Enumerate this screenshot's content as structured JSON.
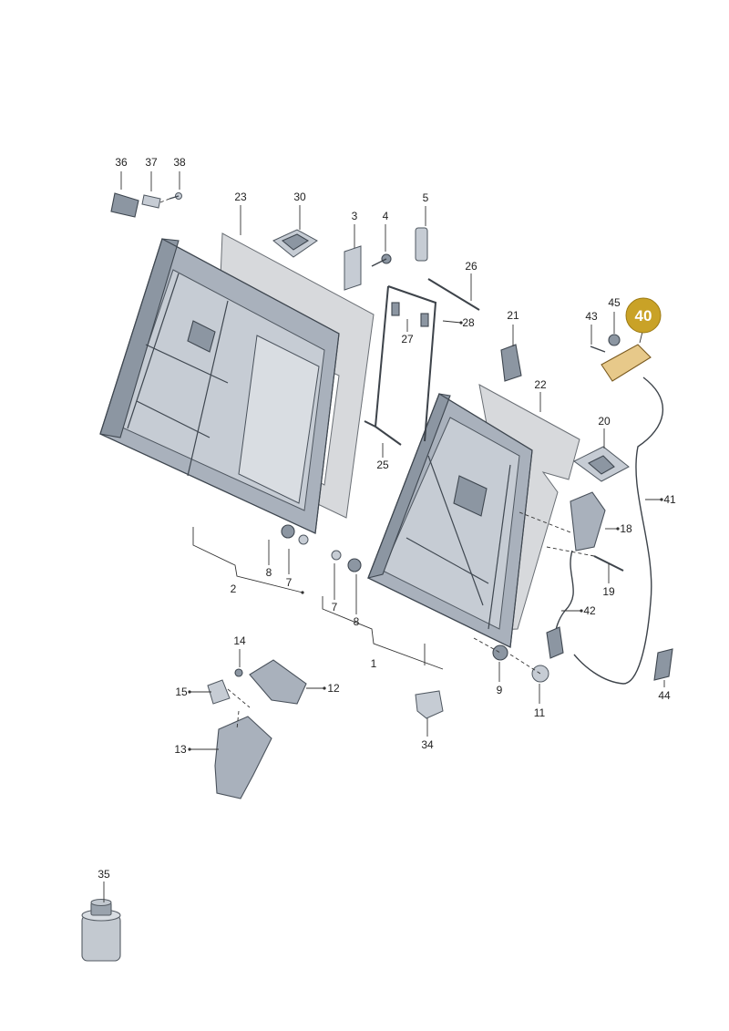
{
  "diagram": {
    "highlight_color": "#c9a227",
    "highlighted_callout": {
      "label": "40"
    },
    "callouts": [
      {
        "id": "c36",
        "label": "36"
      },
      {
        "id": "c37",
        "label": "37"
      },
      {
        "id": "c38",
        "label": "38"
      },
      {
        "id": "c23",
        "label": "23"
      },
      {
        "id": "c30",
        "label": "30"
      },
      {
        "id": "c3",
        "label": "3"
      },
      {
        "id": "c4",
        "label": "4"
      },
      {
        "id": "c5",
        "label": "5"
      },
      {
        "id": "c26",
        "label": "26"
      },
      {
        "id": "c28",
        "label": "28"
      },
      {
        "id": "c27",
        "label": "27"
      },
      {
        "id": "c21",
        "label": "21"
      },
      {
        "id": "c45",
        "label": "45"
      },
      {
        "id": "c43",
        "label": "43"
      },
      {
        "id": "c22",
        "label": "22"
      },
      {
        "id": "c20",
        "label": "20"
      },
      {
        "id": "c41",
        "label": "41"
      },
      {
        "id": "c18",
        "label": "18"
      },
      {
        "id": "c19",
        "label": "19"
      },
      {
        "id": "c42",
        "label": "42"
      },
      {
        "id": "c25",
        "label": "25"
      },
      {
        "id": "c8a",
        "label": "8"
      },
      {
        "id": "c7a",
        "label": "7"
      },
      {
        "id": "c2",
        "label": "2"
      },
      {
        "id": "c7b",
        "label": "7"
      },
      {
        "id": "c8b",
        "label": "8"
      },
      {
        "id": "c1",
        "label": "1"
      },
      {
        "id": "c9",
        "label": "9"
      },
      {
        "id": "c11",
        "label": "11"
      },
      {
        "id": "c44",
        "label": "44"
      },
      {
        "id": "c14",
        "label": "14"
      },
      {
        "id": "c15",
        "label": "15"
      },
      {
        "id": "c12",
        "label": "12"
      },
      {
        "id": "c13",
        "label": "13"
      },
      {
        "id": "c34",
        "label": "34"
      },
      {
        "id": "c35",
        "label": "35"
      }
    ]
  }
}
